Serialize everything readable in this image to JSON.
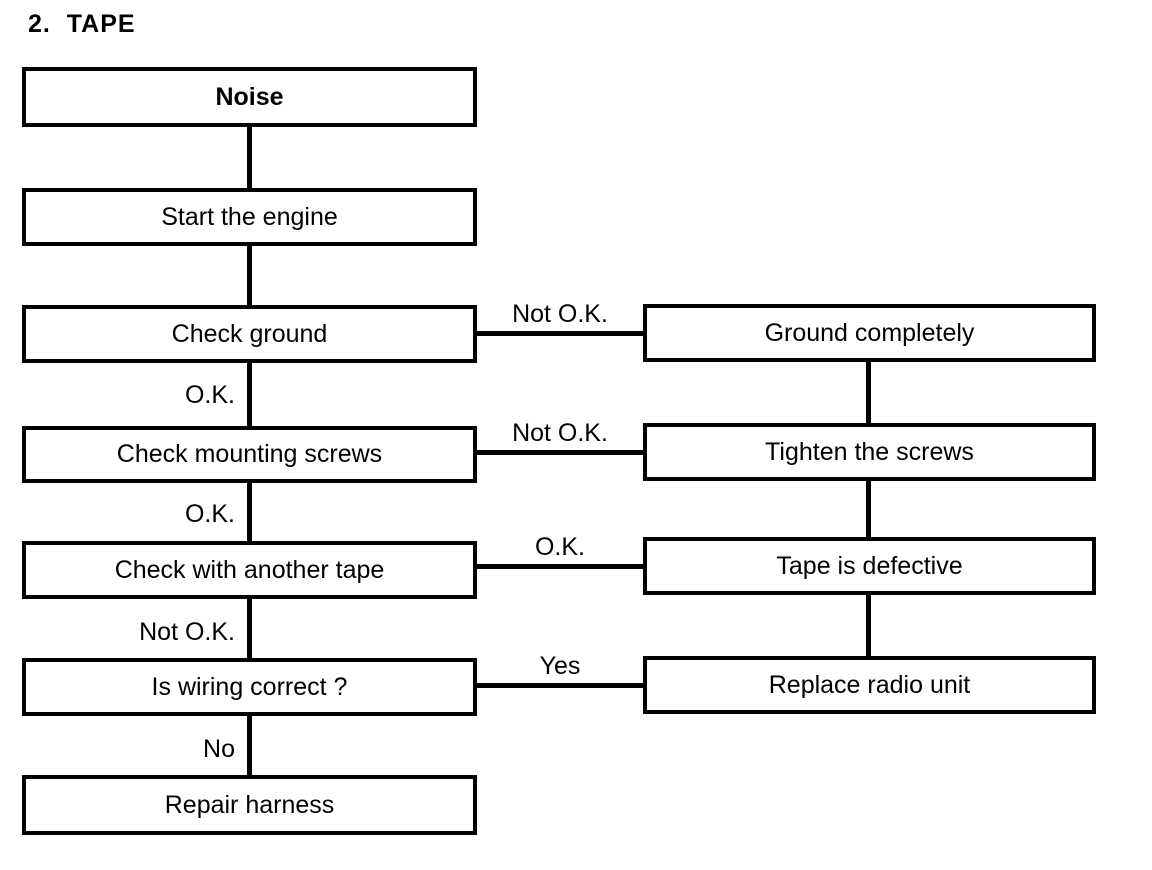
{
  "title": "2.  TAPE",
  "colors": {
    "ink": "#000000",
    "paper": "#ffffff"
  },
  "nodes": {
    "left": [
      {
        "label": "Noise"
      },
      {
        "label": "Start the engine"
      },
      {
        "label": "Check ground"
      },
      {
        "label": "Check mounting screws"
      },
      {
        "label": "Check with another tape"
      },
      {
        "label": "Is wiring correct ?"
      },
      {
        "label": "Repair harness"
      }
    ],
    "right": [
      {
        "label": "Ground completely"
      },
      {
        "label": "Tighten the screws"
      },
      {
        "label": "Tape is defective"
      },
      {
        "label": "Replace radio unit"
      }
    ]
  },
  "edges": {
    "down_labels": [
      "O.K.",
      "O.K.",
      "Not O.K.",
      "No"
    ],
    "across_labels": [
      "Not O.K.",
      "Not O.K.",
      "O.K.",
      "Yes"
    ]
  },
  "connections": [
    {
      "from": "Noise",
      "to": "Start the engine",
      "label": ""
    },
    {
      "from": "Start the engine",
      "to": "Check ground",
      "label": ""
    },
    {
      "from": "Check ground",
      "to": "Check mounting screws",
      "label": "O.K."
    },
    {
      "from": "Check ground",
      "to": "Ground completely",
      "label": "Not O.K."
    },
    {
      "from": "Check mounting screws",
      "to": "Check with another tape",
      "label": "O.K."
    },
    {
      "from": "Check mounting screws",
      "to": "Tighten the screws",
      "label": "Not O.K."
    },
    {
      "from": "Check with another tape",
      "to": "Is wiring correct ?",
      "label": "Not O.K."
    },
    {
      "from": "Check with another tape",
      "to": "Tape is defective",
      "label": "O.K."
    },
    {
      "from": "Is wiring correct ?",
      "to": "Repair harness",
      "label": "No"
    },
    {
      "from": "Is wiring correct ?",
      "to": "Replace radio unit",
      "label": "Yes"
    },
    {
      "from": "Ground completely",
      "to": "Tighten the screws",
      "label": ""
    },
    {
      "from": "Tighten the screws",
      "to": "Tape is defective",
      "label": ""
    },
    {
      "from": "Tape is defective",
      "to": "Replace radio unit",
      "label": ""
    }
  ]
}
